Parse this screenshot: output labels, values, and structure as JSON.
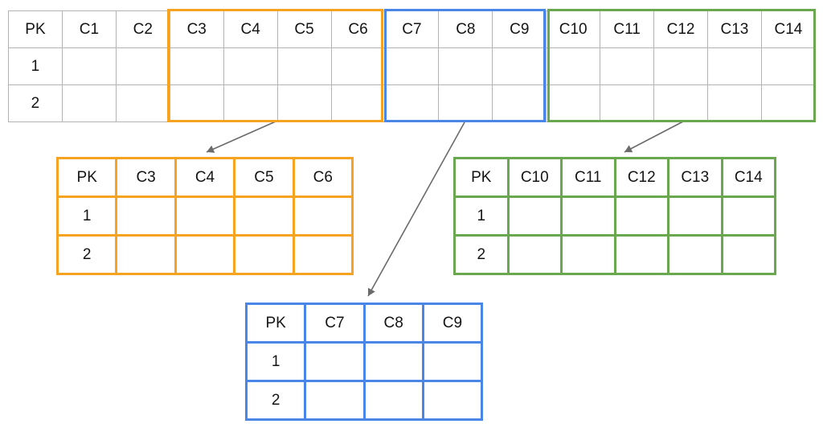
{
  "colors": {
    "orange": "#F6A321",
    "blue": "#4A86E8",
    "green": "#6AA84F",
    "grid": "#B3B3B3",
    "arrow": "#6B6B6B",
    "text": "#141414"
  },
  "main_table": {
    "headers": [
      "PK",
      "C1",
      "C2",
      "C3",
      "C4",
      "C5",
      "C6",
      "C7",
      "C8",
      "C9",
      "C10",
      "C11",
      "C12",
      "C13",
      "C14"
    ],
    "row_labels": [
      "1",
      "2"
    ],
    "partitions": [
      {
        "name": "partition-c3-c6",
        "color_key": "orange",
        "columns": [
          "C3",
          "C4",
          "C5",
          "C6"
        ]
      },
      {
        "name": "partition-c7-c9",
        "color_key": "blue",
        "columns": [
          "C7",
          "C8",
          "C9"
        ]
      },
      {
        "name": "partition-c10-c14",
        "color_key": "green",
        "columns": [
          "C10",
          "C11",
          "C12",
          "C13",
          "C14"
        ]
      }
    ]
  },
  "partition_tables": [
    {
      "id": "orange",
      "color_key": "orange",
      "headers": [
        "PK",
        "C3",
        "C4",
        "C5",
        "C6"
      ],
      "row_labels": [
        "1",
        "2"
      ]
    },
    {
      "id": "green",
      "color_key": "green",
      "headers": [
        "PK",
        "C10",
        "C11",
        "C12",
        "C13",
        "C14"
      ],
      "row_labels": [
        "1",
        "2"
      ]
    },
    {
      "id": "blue",
      "color_key": "blue",
      "headers": [
        "PK",
        "C7",
        "C8",
        "C9"
      ],
      "row_labels": [
        "1",
        "2"
      ]
    }
  ],
  "arrows": [
    {
      "name": "arrow-to-c3-c6-table",
      "from": "partition-c3-c6",
      "to": "partition-table-c3-c6"
    },
    {
      "name": "arrow-to-c7-c9-table",
      "from": "partition-c7-c9",
      "to": "partition-table-c7-c9"
    },
    {
      "name": "arrow-to-c10-c14-table",
      "from": "partition-c10-c14",
      "to": "partition-table-c10-c14"
    }
  ]
}
